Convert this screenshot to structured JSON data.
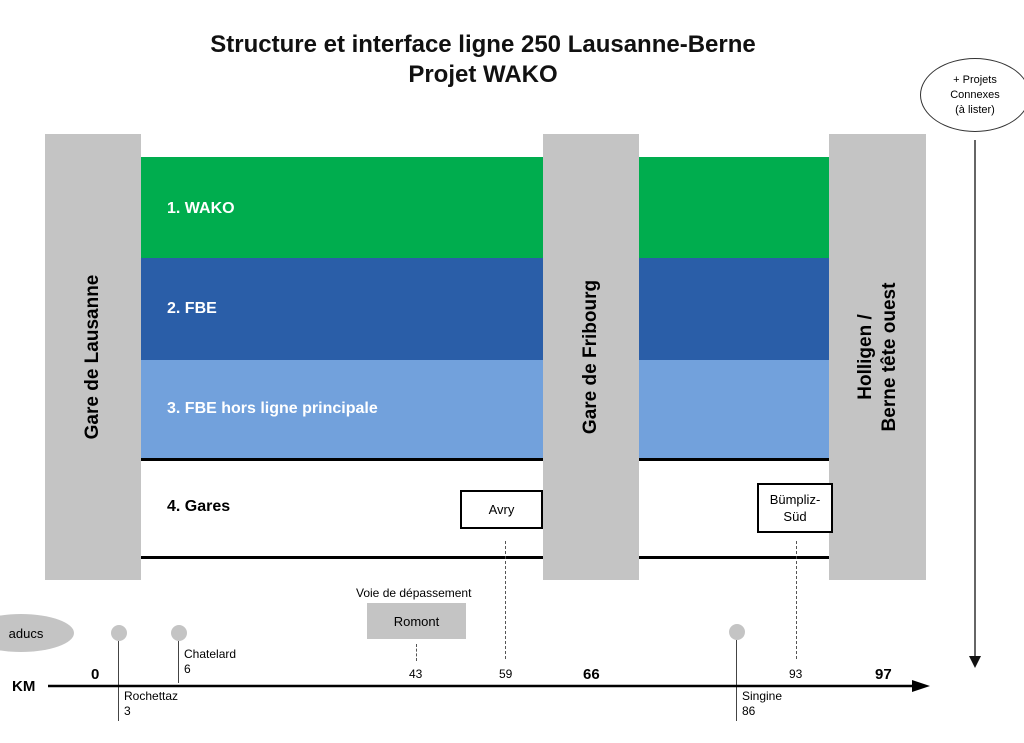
{
  "title": {
    "line1": "Structure et interface ligne 250 Lausanne-Berne",
    "line2": "Projet WAKO"
  },
  "colors": {
    "band_wako": "#00ad4e",
    "band_fbe": "#2a5ea8",
    "band_fbe_hors": "#72a1dc",
    "pillar": "#c4c4c4"
  },
  "bands": {
    "wako": "1. WAKO",
    "fbe": "2. FBE",
    "fbe_hors": "3. FBE hors ligne principale",
    "gares": "4. Gares"
  },
  "pillars": {
    "lausanne": "Gare de Lausanne",
    "fribourg": "Gare de Fribourg",
    "holligen_line1": "Holligen /",
    "holligen_line2": "Berne tête ouest"
  },
  "stations": {
    "avry": "Avry",
    "bumpliz_line1": "Bümpliz-",
    "bumpliz_line2": "Süd"
  },
  "side_note": {
    "line1": "+ Projets",
    "line2": "Connexes",
    "line3": "(à lister)"
  },
  "viaducs": "aducs",
  "voie": {
    "caption": "Voie de dépassement",
    "label": "Romont"
  },
  "points": {
    "chatelard": {
      "name": "Chatelard",
      "km": "6"
    },
    "rochettaz": {
      "name": "Rochettaz",
      "km": "3"
    },
    "singine": {
      "name": "Singine",
      "km": "86"
    }
  },
  "axis": {
    "label": "KM",
    "km0": "0",
    "km43": "43",
    "km59": "59",
    "km66": "66",
    "km93": "93",
    "km97": "97"
  }
}
